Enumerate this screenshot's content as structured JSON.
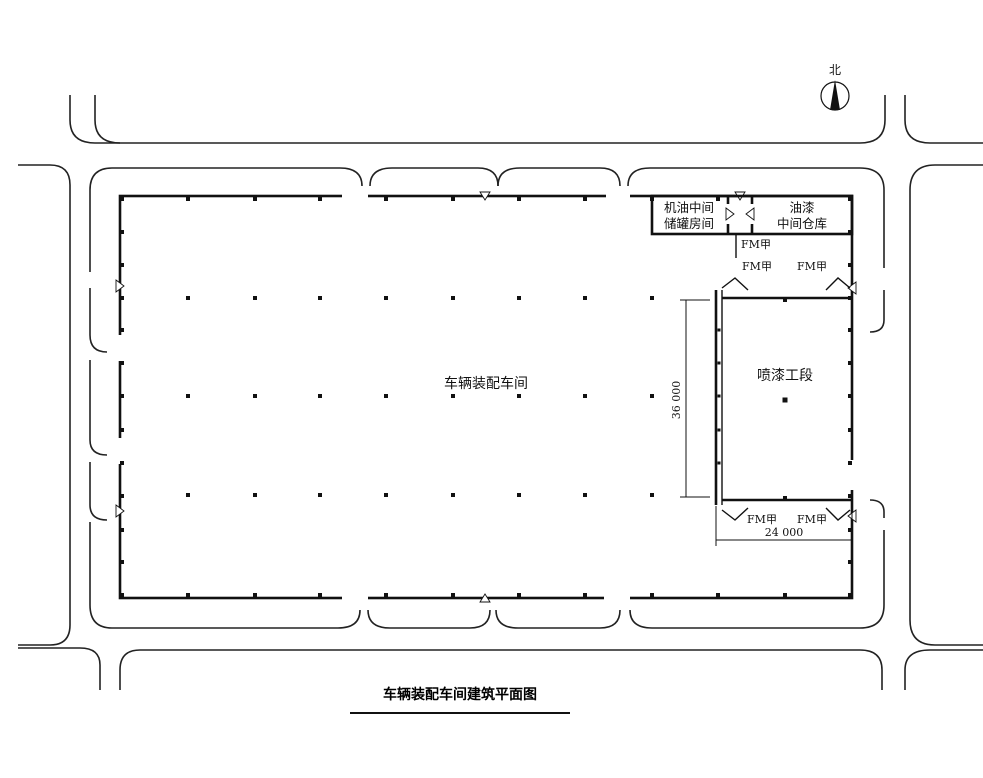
{
  "north_label": "北",
  "rooms": {
    "main_hall": "车辆装配车间",
    "paint_section": "喷漆工段",
    "oil_storage_line1": "机油中间",
    "oil_storage_line2": "储罐房间",
    "paint_storage_line1": "油漆",
    "paint_storage_line2": "中间仓库"
  },
  "doors": {
    "fm_a": "FM甲"
  },
  "dimensions": {
    "height": "36 000",
    "width": "24 000"
  },
  "drawing_title": "车辆装配车间建筑平面图"
}
